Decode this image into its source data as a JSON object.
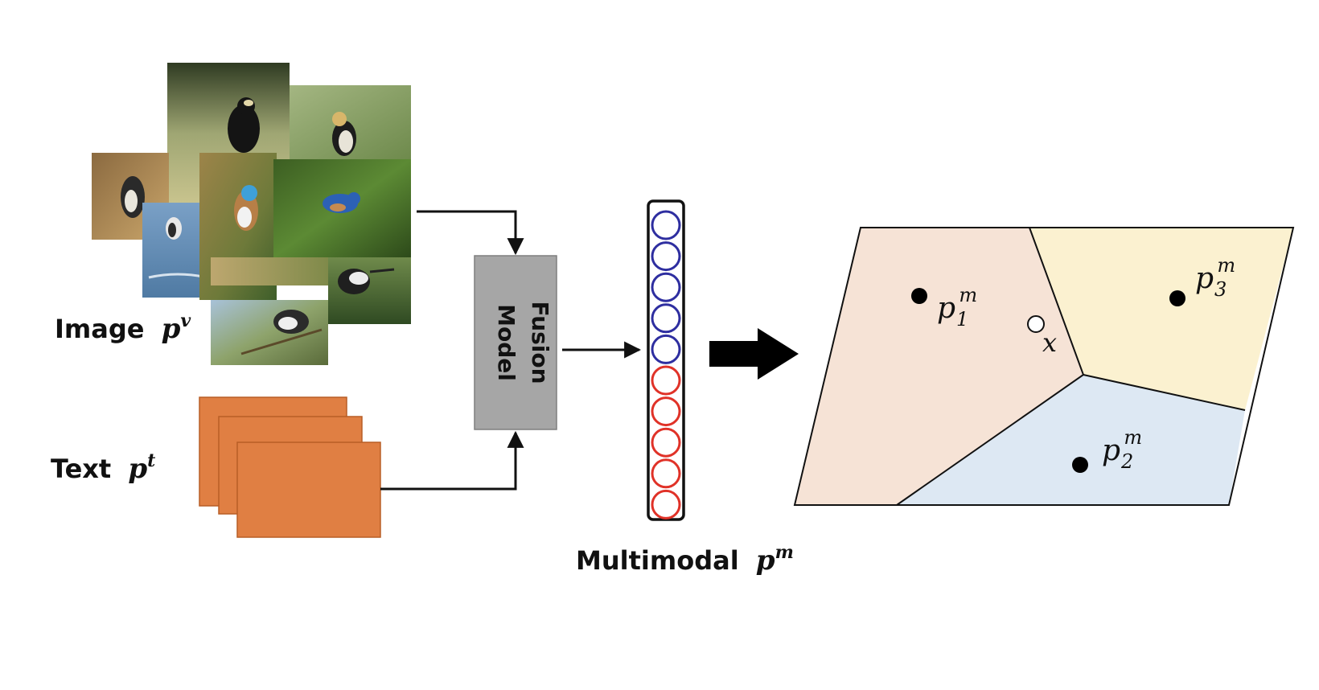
{
  "inputs": {
    "image_label": "Image",
    "image_symbol": "p",
    "image_sup": "v",
    "text_label": "Text",
    "text_symbol": "p",
    "text_sup": "t"
  },
  "fusion": {
    "line1": "Fusion",
    "line2": "Model"
  },
  "embedding": {
    "label": "Multimodal",
    "symbol": "p",
    "sup": "m",
    "image_color": "#2e2ea0",
    "text_color": "#e03228",
    "image_cells": 5,
    "text_cells": 5
  },
  "voronoi": {
    "point1": {
      "base": "p",
      "sub": "1",
      "sup": "m"
    },
    "point2": {
      "base": "p",
      "sub": "2",
      "sup": "m"
    },
    "point3": {
      "base": "p",
      "sub": "3",
      "sup": "m"
    },
    "query": "x",
    "region1_color": "#f6e3d6",
    "region2_color": "#dde8f3",
    "region3_color": "#fbf1d0"
  },
  "text_cards_color": "#e07f43",
  "fusion_box_color": "#a6a6a6"
}
